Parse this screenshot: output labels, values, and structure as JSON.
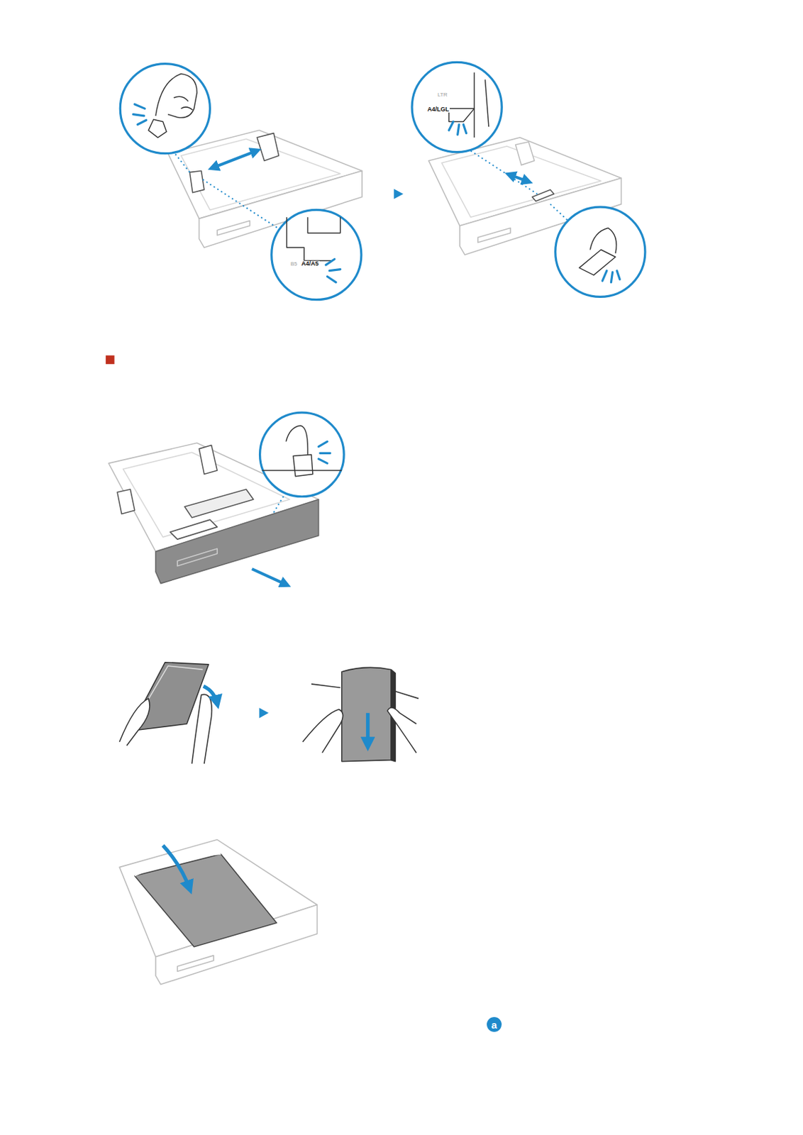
{
  "diagram": {
    "labels": [
      "LTR",
      "A4/LGL",
      "B5",
      "A4/A5",
      "a"
    ]
  }
}
